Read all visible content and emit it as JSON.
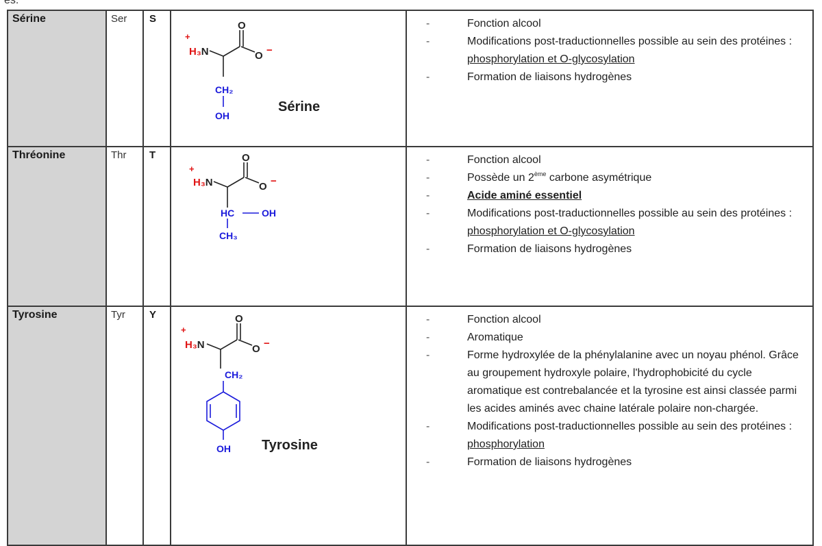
{
  "crop_text": "es.",
  "rows": [
    {
      "name": "Sérine",
      "abbr": "Ser",
      "letter": "S",
      "structure": {
        "ammonium": "H₃N",
        "carboxyl_o": "O",
        "carboxylate_o": "O",
        "side_chain": [
          "CH₂",
          "OH"
        ],
        "label": "Sérine"
      },
      "props": [
        {
          "segments": [
            {
              "t": "Fonction alcool"
            }
          ]
        },
        {
          "segments": [
            {
              "t": "Modifications post-traductionnelles possible au sein des protéines : "
            },
            {
              "t": "phosphorylation et O-glycosylation",
              "s": "u"
            }
          ]
        },
        {
          "segments": [
            {
              "t": "Formation de liaisons hydrogènes"
            }
          ]
        }
      ]
    },
    {
      "name": "Thréonine",
      "abbr": "Thr",
      "letter": "T",
      "structure": {
        "ammonium": "H₃N",
        "carboxyl_o": "O",
        "carboxylate_o": "O",
        "side_chain": [
          "HC",
          "OH",
          "CH₃"
        ],
        "label": ""
      },
      "props": [
        {
          "segments": [
            {
              "t": "Fonction alcool"
            }
          ]
        },
        {
          "segments": [
            {
              "t": "Possède un 2"
            },
            {
              "t": "ème",
              "s": "sup"
            },
            {
              "t": " carbone asymétrique"
            }
          ]
        },
        {
          "segments": [
            {
              "t": "Acide aminé essentiel",
              "s": "bu"
            }
          ]
        },
        {
          "segments": [
            {
              "t": "Modifications post-traductionnelles possible au sein des protéines : "
            },
            {
              "t": "phosphorylation et O-glycosylation",
              "s": "u"
            }
          ]
        },
        {
          "segments": [
            {
              "t": "Formation de liaisons hydrogènes"
            }
          ]
        }
      ]
    },
    {
      "name": "Tyrosine",
      "abbr": "Tyr",
      "letter": "Y",
      "structure": {
        "ammonium": "H₃N",
        "carboxyl_o": "O",
        "carboxylate_o": "O",
        "side_chain": [
          "CH₂",
          "OH"
        ],
        "label": "Tyrosine"
      },
      "props": [
        {
          "segments": [
            {
              "t": "Fonction alcool"
            }
          ]
        },
        {
          "segments": [
            {
              "t": "Aromatique"
            }
          ]
        },
        {
          "segments": [
            {
              "t": "Forme hydroxylée de la phénylalanine avec un noyau phénol. Grâce au groupement hydroxyle polaire, l'hydrophobicité du cycle aromatique est contrebalancée et la tyrosine est ainsi classée parmi les acides aminés avec chaine latérale polaire non-chargée."
            }
          ]
        },
        {
          "segments": [
            {
              "t": "Modifications post-traductionnelles possible au sein des protéines : "
            },
            {
              "t": "phosphorylation",
              "s": "u"
            }
          ]
        },
        {
          "segments": [
            {
              "t": "Formation de liaisons hydrogènes"
            }
          ]
        }
      ]
    }
  ],
  "colors": {
    "side_chain": "#1a1adb",
    "charge": "#e01414",
    "header_fill": "#d4d4d4"
  }
}
